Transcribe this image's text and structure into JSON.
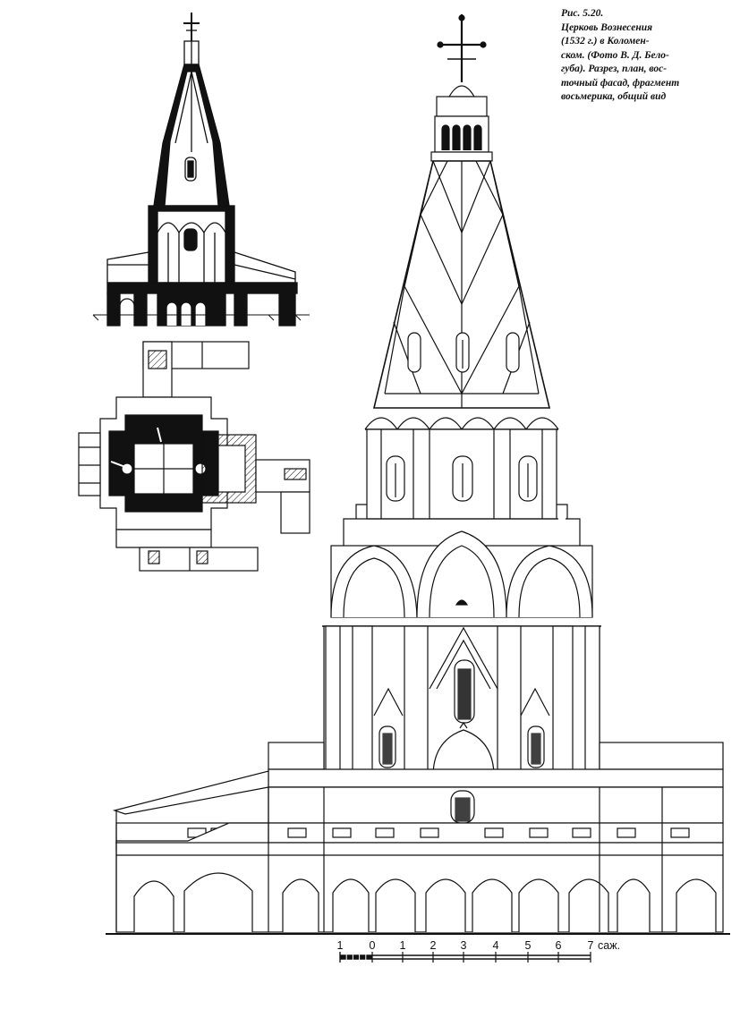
{
  "caption": {
    "lines": [
      "Рис. 5.20.",
      "Церковь Вознесения",
      "(1532 г.) в Коломен-",
      "ском. (Фото В. Д. Бело-",
      "губа). Разрез, план, вос-",
      "точный фасад, фрагмент",
      "восьмерика, общий вид"
    ]
  },
  "scale": {
    "ticks": [
      "1",
      "0",
      "1",
      "2",
      "3",
      "4",
      "5",
      "6",
      "7"
    ],
    "unit": "саж."
  },
  "colors": {
    "ink": "#111111",
    "paper": "#ffffff"
  }
}
